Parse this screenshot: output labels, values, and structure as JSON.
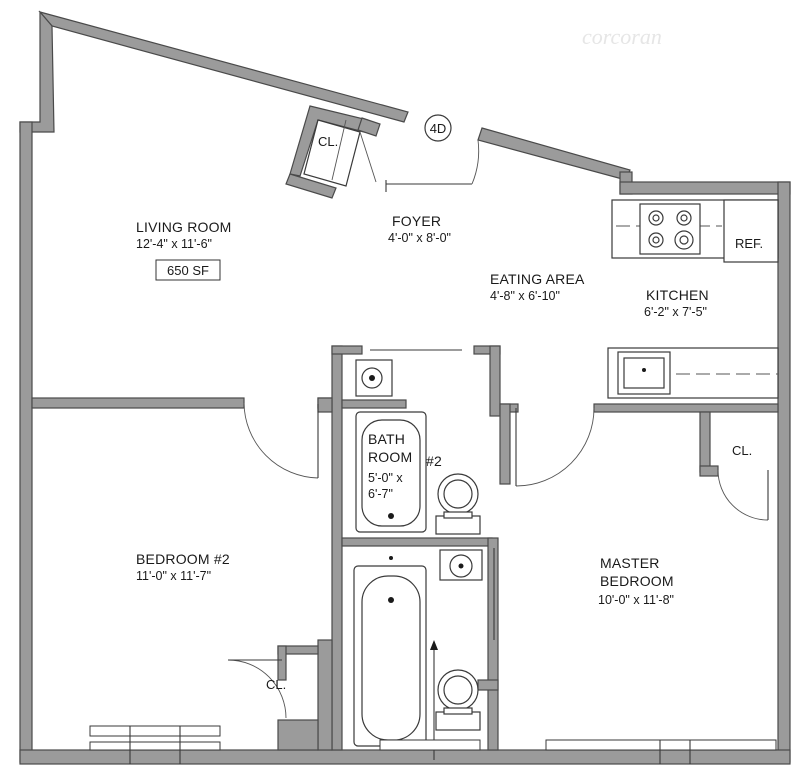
{
  "watermark": "corcoran",
  "unit_badge": "4D",
  "rooms": {
    "living": {
      "name": "LIVING ROOM",
      "dims": "12'-4\" x 11'-6\"",
      "area": "650 SF"
    },
    "foyer": {
      "name": "FOYER",
      "dims": "4'-0\" x 8'-0\""
    },
    "eating": {
      "name": "EATING AREA",
      "dims": "4'-8\" x 6'-10\""
    },
    "kitchen": {
      "name": "KITCHEN",
      "dims": "6'-2\" x 7'-5\"",
      "ref": "REF."
    },
    "bath2": {
      "line1": "BATH",
      "line2": "ROOM",
      "num": "#2",
      "line3": "5'-0\" x",
      "line4": "6'-7\""
    },
    "bedroom2": {
      "name": "BEDROOM #2",
      "dims": "11'-0\" x 11'-7\""
    },
    "master": {
      "line1": "MASTER",
      "line2": "BEDROOM",
      "dims": "10'-0\" x 11'-8\""
    }
  },
  "closets": {
    "label": "CL."
  }
}
